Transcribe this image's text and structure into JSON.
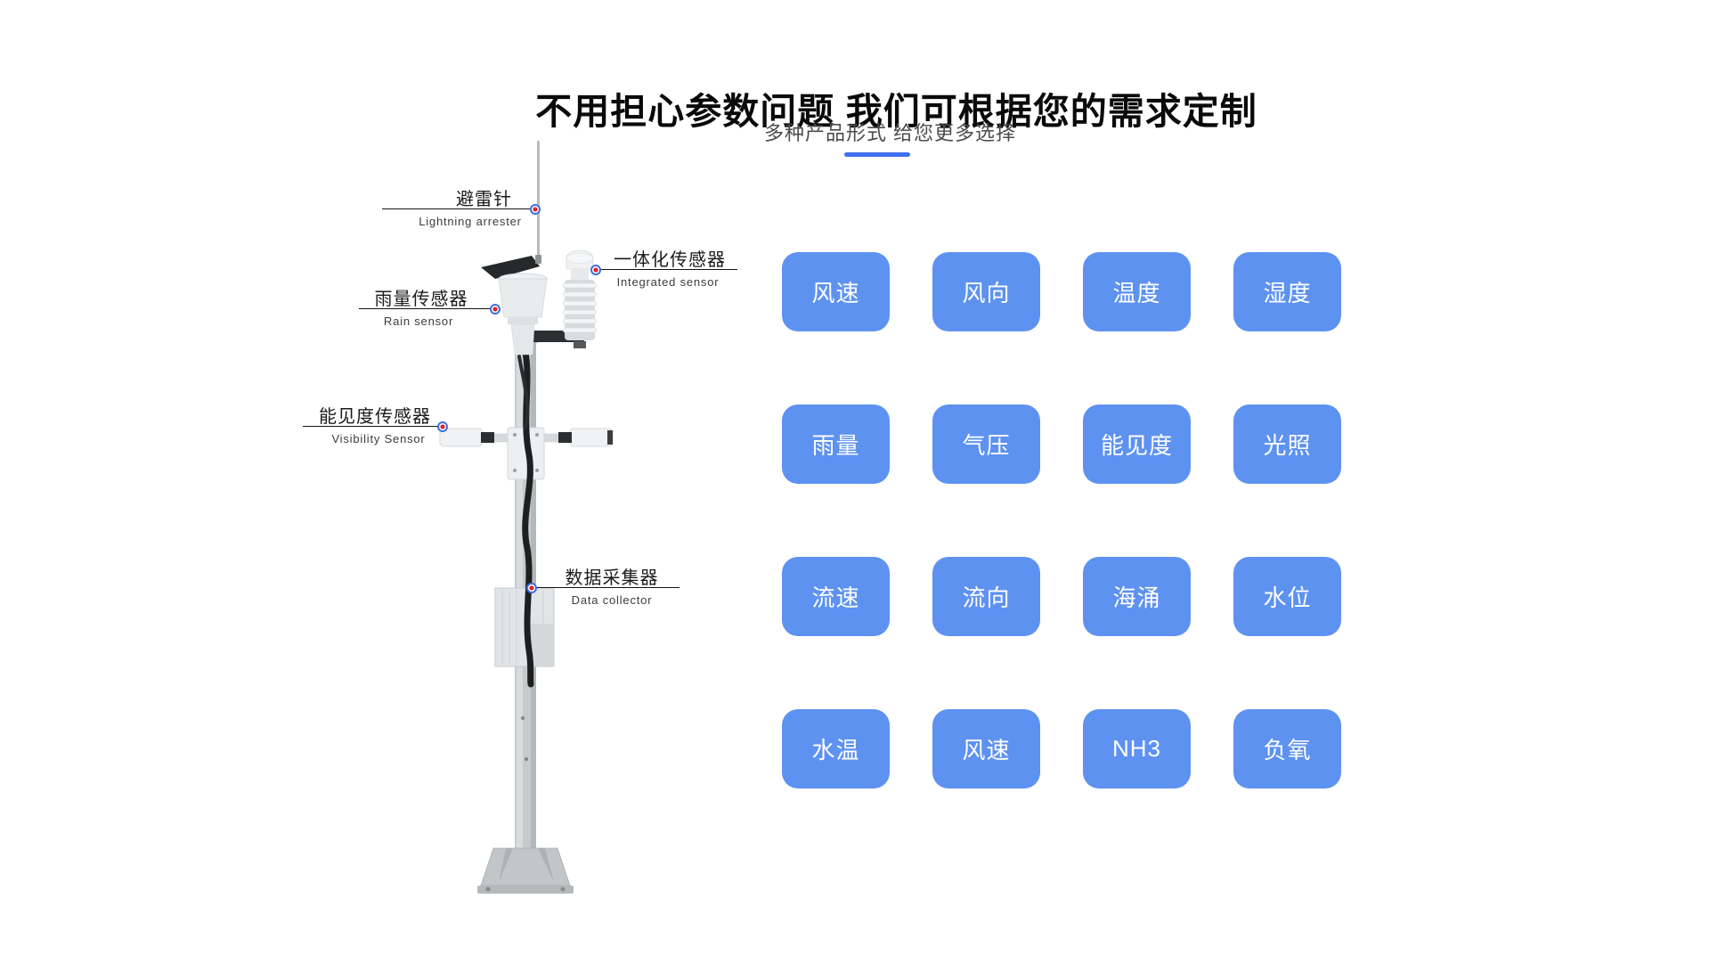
{
  "header": {
    "title": "不用担心参数问题 我们可根据您的需求定制",
    "subtitle": "多种产品形式 给您更多选择",
    "underline_color": "#3e70ef"
  },
  "figure": {
    "callouts": [
      {
        "id": "lightning-arrester",
        "zh": "避雷针",
        "en": "Lightning arrester"
      },
      {
        "id": "integrated-sensor",
        "zh": "一体化传感器",
        "en": "Integrated sensor"
      },
      {
        "id": "rain-sensor",
        "zh": "雨量传感器",
        "en": "Rain sensor"
      },
      {
        "id": "visibility-sensor",
        "zh": "能见度传感器",
        "en": "Visibility Sensor"
      },
      {
        "id": "data-collector",
        "zh": "数据采集器",
        "en": "Data collector"
      }
    ],
    "marker_colors": {
      "ring": "#3f6fe0",
      "dot": "#e02626"
    }
  },
  "parameters": {
    "button_color": "#5e92f0",
    "text_color": "#ffffff",
    "rows": [
      [
        "风速",
        "风向",
        "温度",
        "湿度"
      ],
      [
        "雨量",
        "气压",
        "能见度",
        "光照"
      ],
      [
        "流速",
        "流向",
        "海涌",
        "水位"
      ],
      [
        "水温",
        "风速",
        "NH3",
        "负氧"
      ]
    ]
  }
}
